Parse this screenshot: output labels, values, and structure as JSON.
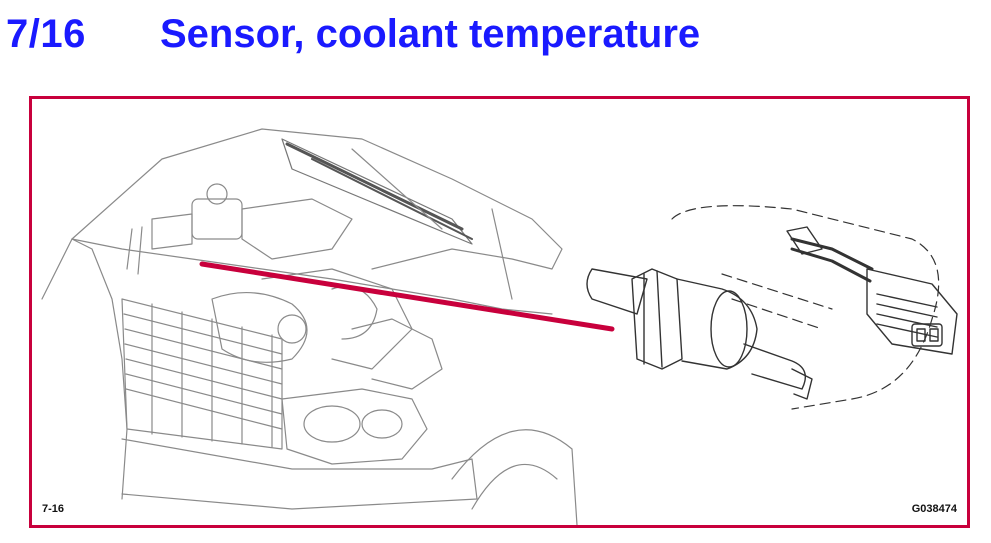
{
  "header": {
    "code": "7/16",
    "title": "Sensor, coolant temperature"
  },
  "figure": {
    "ref_left": "7-16",
    "ref_right": "G038474",
    "pointer_color": "#c8003c",
    "frame_color": "#c8003c",
    "title_color": "#1a1aff"
  }
}
